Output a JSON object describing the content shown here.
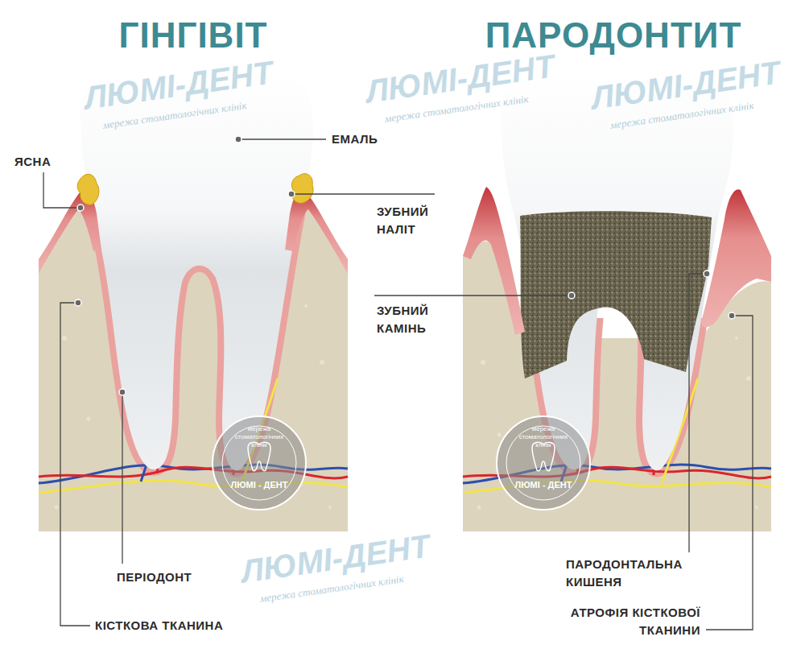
{
  "diagram": {
    "nodes": [
      {
        "text": [
          "ГІНГІВІТ"
        ]
      },
      {
        "text": [
          "ПАРОДОНТИТ"
        ]
      }
    ],
    "edges": [],
    "labels": [
      "ЯСНА",
      "ЕМАЛЬ",
      "ЗУБНИЙ НАЛІТ",
      "ЗУБНИЙ КАМІНЬ",
      "ПЕРІОДОНТ",
      "КІСТКОВА ТКАНИНА",
      "ПАРОДОНТАЛЬНА КИШЕНЯ",
      "АТРОФІЯ КІСТКОВОЇ ТКАНИНИ",
      "ЛЮМІ-ДЕНТ",
      "мережа стоматологічних клінік",
      "ЛЮМІ-ДЕНТ",
      "мережа стоматологічних клінік",
      "ЛЮМІ-ДЕНТ",
      "мережа стоматологічних клінік",
      "ЛЮМІ-ДЕНТ",
      "мережа стоматологічних клінік",
      "мережа стоматологічних клінік",
      "ЛЮМІ - ДЕНТ",
      "мережа стоматологічних клінік",
      "ЛЮМІ - ДЕНТ"
    ]
  }
}
